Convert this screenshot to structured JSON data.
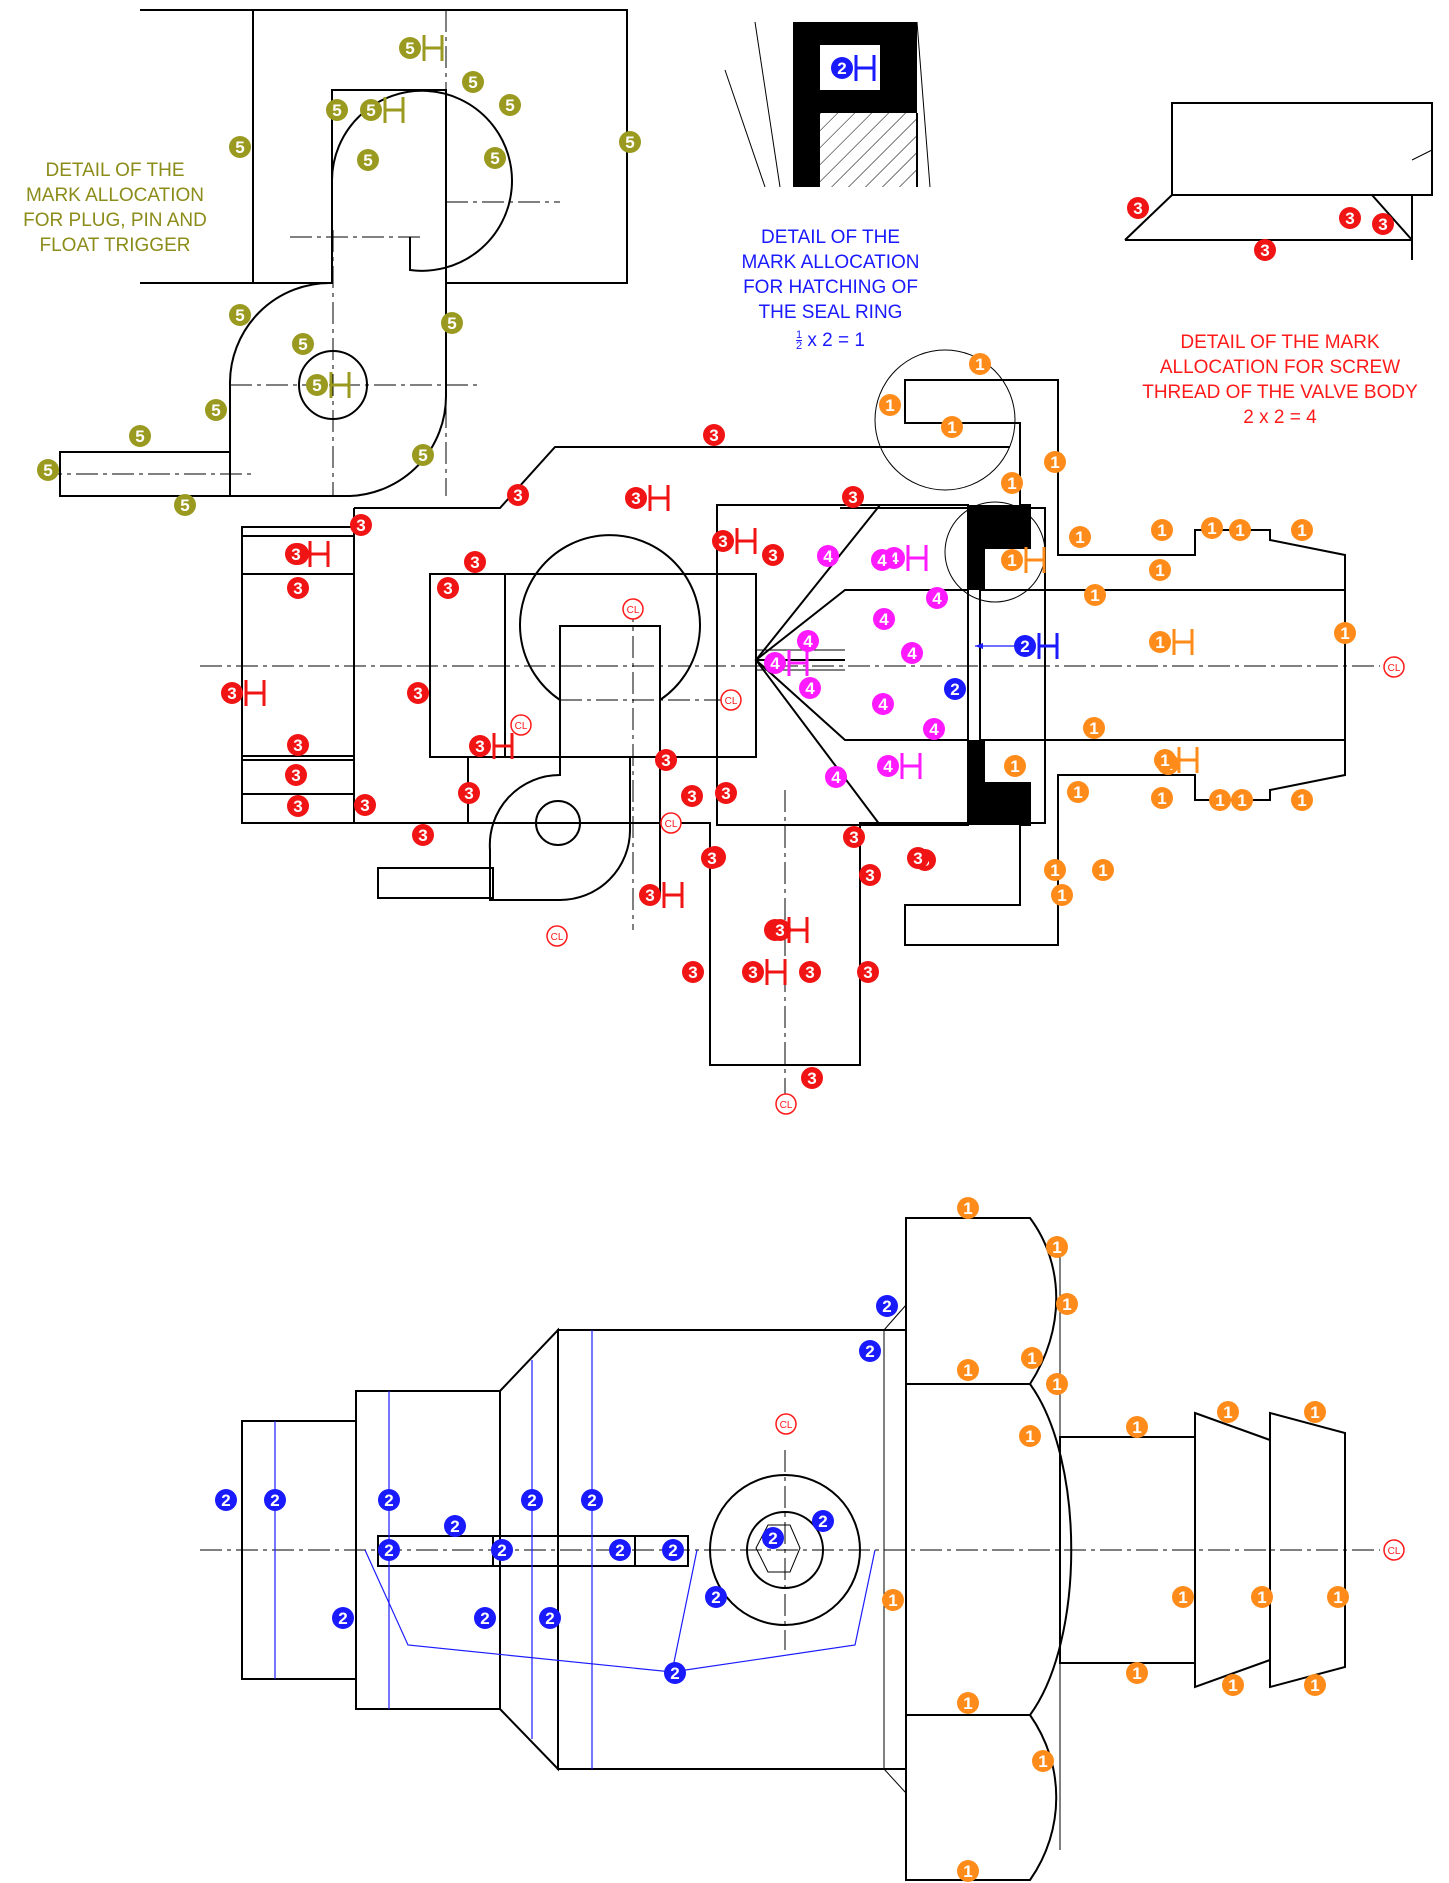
{
  "notes": {
    "plug": [
      "DETAIL OF THE",
      "MARK ALLOCATION",
      "FOR PLUG, PIN AND",
      "FLOAT TRIGGER"
    ],
    "seal": [
      "DETAIL OF THE",
      "MARK ALLOCATION",
      "FOR HATCHING OF",
      "THE SEAL RING"
    ],
    "seal_calc": {
      "num": "1",
      "den": "2",
      "rest": "x 2 = 1"
    },
    "thread": [
      "DETAIL OF THE MARK",
      "ALLOCATION FOR SCREW",
      "THREAD OF THE VALVE BODY",
      "2 x 2 = 4"
    ]
  },
  "colors": {
    "mark1": "#ff8c1a",
    "mark2": "#1a1aff",
    "mark3": "#f01414",
    "mark4": "#ff1aff",
    "mark5": "#9a9a20",
    "hatch_label": "#ff1a1a"
  },
  "cl_label": "CL",
  "marks": [
    {
      "n": "5",
      "c": "mark5",
      "h": true
    },
    {
      "n": "5",
      "c": "mark5"
    },
    {
      "n": "5",
      "c": "mark5"
    },
    {
      "n": "5",
      "c": "mark5",
      "h": true
    },
    {
      "n": "5",
      "c": "mark5"
    },
    {
      "n": "5",
      "c": "mark5"
    },
    {
      "n": "5",
      "c": "mark5"
    },
    {
      "n": "5",
      "c": "mark5"
    },
    {
      "n": "5",
      "c": "mark5"
    },
    {
      "n": "5",
      "c": "mark5"
    },
    {
      "n": "5",
      "c": "mark5"
    },
    {
      "n": "5",
      "c": "mark5"
    },
    {
      "n": "5",
      "c": "mark5",
      "h": true
    },
    {
      "n": "5",
      "c": "mark5"
    },
    {
      "n": "5",
      "c": "mark5"
    },
    {
      "n": "5",
      "c": "mark5"
    },
    {
      "n": "5",
      "c": "mark5"
    },
    {
      "n": "5",
      "c": "mark5"
    },
    {
      "n": "2",
      "c": "mark2",
      "h": true
    },
    {
      "n": "3",
      "c": "mark3"
    },
    {
      "n": "3",
      "c": "mark3"
    },
    {
      "n": "3",
      "c": "mark3"
    },
    {
      "n": "3",
      "c": "mark3"
    },
    {
      "n": "1",
      "c": "mark1"
    },
    {
      "n": "1",
      "c": "mark1"
    },
    {
      "n": "1",
      "c": "mark1"
    },
    {
      "n": "1",
      "c": "mark1"
    },
    {
      "n": "1",
      "c": "mark1"
    },
    {
      "n": "1",
      "c": "mark1"
    },
    {
      "n": "1",
      "c": "mark1"
    },
    {
      "n": "1",
      "c": "mark1"
    },
    {
      "n": "1",
      "c": "mark1"
    },
    {
      "n": "1",
      "c": "mark1"
    },
    {
      "n": "1",
      "c": "mark1",
      "h": true
    },
    {
      "n": "1",
      "c": "mark1"
    },
    {
      "n": "1",
      "c": "mark1"
    },
    {
      "n": "1",
      "c": "mark1",
      "h": true
    },
    {
      "n": "1",
      "c": "mark1"
    },
    {
      "n": "1",
      "c": "mark1"
    },
    {
      "n": "1",
      "c": "mark1"
    },
    {
      "n": "1",
      "c": "mark1"
    },
    {
      "n": "1",
      "c": "mark1"
    },
    {
      "n": "1",
      "c": "mark1"
    },
    {
      "n": "1",
      "c": "mark1"
    },
    {
      "n": "1",
      "c": "mark1"
    },
    {
      "n": "1",
      "c": "mark1"
    },
    {
      "n": "1",
      "c": "mark1",
      "h": true
    },
    {
      "n": "1",
      "c": "mark1"
    },
    {
      "n": "1",
      "c": "mark1"
    },
    {
      "n": "1",
      "c": "mark1"
    },
    {
      "n": "2",
      "c": "mark2",
      "h": true
    },
    {
      "n": "2",
      "c": "mark2"
    },
    {
      "n": "3",
      "c": "mark3"
    },
    {
      "n": "3",
      "c": "mark3"
    },
    {
      "n": "3",
      "c": "mark3",
      "h": true
    },
    {
      "n": "3",
      "c": "mark3"
    },
    {
      "n": "3",
      "c": "mark3"
    },
    {
      "n": "3",
      "c": "mark3"
    },
    {
      "n": "3",
      "c": "mark3",
      "h": true
    },
    {
      "n": "3",
      "c": "mark3"
    },
    {
      "n": "3",
      "c": "mark3"
    },
    {
      "n": "3",
      "c": "mark3",
      "h": true
    },
    {
      "n": "3",
      "c": "mark3"
    },
    {
      "n": "3",
      "c": "mark3"
    },
    {
      "n": "3",
      "c": "mark3",
      "h": true
    },
    {
      "n": "3",
      "c": "mark3"
    },
    {
      "n": "3",
      "c": "mark3"
    },
    {
      "n": "3",
      "c": "mark3"
    },
    {
      "n": "3",
      "c": "mark3"
    },
    {
      "n": "3",
      "c": "mark3",
      "h": true
    },
    {
      "n": "3",
      "c": "mark3"
    },
    {
      "n": "3",
      "c": "mark3"
    },
    {
      "n": "3",
      "c": "mark3"
    },
    {
      "n": "3",
      "c": "mark3"
    },
    {
      "n": "3",
      "c": "mark3"
    },
    {
      "n": "3",
      "c": "mark3"
    },
    {
      "n": "3",
      "c": "mark3"
    },
    {
      "n": "3",
      "c": "mark3"
    },
    {
      "n": "3",
      "c": "mark3"
    },
    {
      "n": "3",
      "c": "mark3",
      "h": true
    },
    {
      "n": "3",
      "c": "mark3"
    },
    {
      "n": "3",
      "c": "mark3",
      "h": true
    },
    {
      "n": "3",
      "c": "mark3"
    },
    {
      "n": "3",
      "c": "mark3",
      "h": true
    },
    {
      "n": "3",
      "c": "mark3"
    },
    {
      "n": "3",
      "c": "mark3"
    },
    {
      "n": "3",
      "c": "mark3"
    },
    {
      "n": "3",
      "c": "mark3"
    },
    {
      "n": "3",
      "c": "mark3"
    },
    {
      "n": "3",
      "c": "mark3"
    },
    {
      "n": "4",
      "c": "mark4"
    },
    {
      "n": "4",
      "c": "mark4",
      "h": true
    },
    {
      "n": "4",
      "c": "mark4"
    },
    {
      "n": "4",
      "c": "mark4"
    },
    {
      "n": "4",
      "c": "mark4"
    },
    {
      "n": "4",
      "c": "mark4"
    },
    {
      "n": "4",
      "c": "mark4",
      "h": true
    },
    {
      "n": "4",
      "c": "mark4"
    },
    {
      "n": "4",
      "c": "mark4"
    },
    {
      "n": "4",
      "c": "mark4"
    },
    {
      "n": "4",
      "c": "mark4"
    },
    {
      "n": "4",
      "c": "mark4"
    },
    {
      "n": "4",
      "c": "mark4",
      "h": true
    },
    {
      "n": "1",
      "c": "mark1"
    },
    {
      "n": "1",
      "c": "mark1"
    },
    {
      "n": "1",
      "c": "mark1"
    },
    {
      "n": "1",
      "c": "mark1"
    },
    {
      "n": "1",
      "c": "mark1"
    },
    {
      "n": "1",
      "c": "mark1"
    },
    {
      "n": "1",
      "c": "mark1"
    },
    {
      "n": "1",
      "c": "mark1"
    },
    {
      "n": "1",
      "c": "mark1"
    },
    {
      "n": "1",
      "c": "mark1"
    },
    {
      "n": "1",
      "c": "mark1"
    },
    {
      "n": "1",
      "c": "mark1"
    },
    {
      "n": "1",
      "c": "mark1"
    },
    {
      "n": "1",
      "c": "mark1"
    },
    {
      "n": "1",
      "c": "mark1"
    },
    {
      "n": "1",
      "c": "mark1"
    },
    {
      "n": "1",
      "c": "mark1"
    },
    {
      "n": "1",
      "c": "mark1"
    },
    {
      "n": "1",
      "c": "mark1"
    },
    {
      "n": "1",
      "c": "mark1"
    },
    {
      "n": "2",
      "c": "mark2"
    },
    {
      "n": "2",
      "c": "mark2"
    },
    {
      "n": "2",
      "c": "mark2"
    },
    {
      "n": "2",
      "c": "mark2"
    },
    {
      "n": "2",
      "c": "mark2"
    },
    {
      "n": "2",
      "c": "mark2"
    },
    {
      "n": "2",
      "c": "mark2"
    },
    {
      "n": "2",
      "c": "mark2"
    },
    {
      "n": "2",
      "c": "mark2"
    },
    {
      "n": "2",
      "c": "mark2"
    },
    {
      "n": "2",
      "c": "mark2"
    },
    {
      "n": "2",
      "c": "mark2"
    },
    {
      "n": "2",
      "c": "mark2"
    },
    {
      "n": "2",
      "c": "mark2"
    },
    {
      "n": "2",
      "c": "mark2"
    },
    {
      "n": "2",
      "c": "mark2"
    },
    {
      "n": "2",
      "c": "mark2"
    },
    {
      "n": "2",
      "c": "mark2"
    },
    {
      "n": "2",
      "c": "mark2"
    }
  ],
  "cl_count": 9
}
